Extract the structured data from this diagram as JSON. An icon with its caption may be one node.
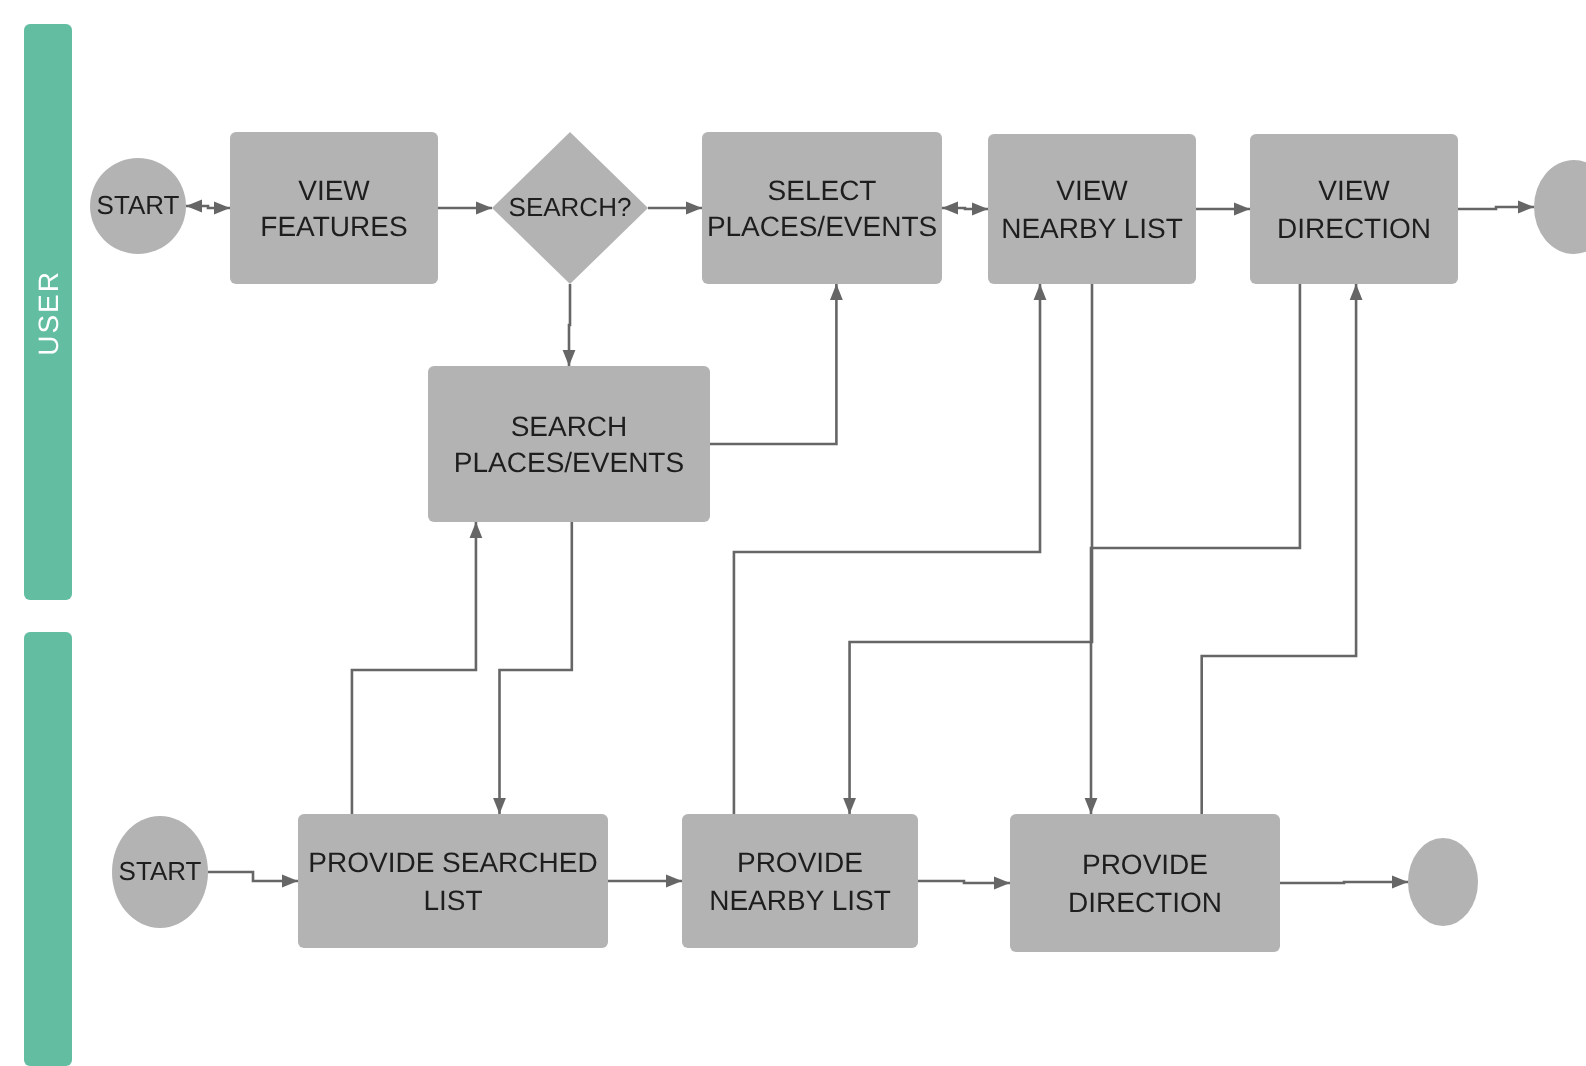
{
  "diagram": {
    "nodes": [
      {
        "text": [
          "USER"
        ]
      },
      {
        "text": [],
        "shape": "bar"
      },
      {
        "text": [
          "START"
        ]
      },
      {
        "text": [
          "VIEW FEATURES"
        ]
      },
      {
        "text": [
          "SEARCH?"
        ]
      },
      {
        "text": [
          "SELECT PLACES/EVENTS"
        ]
      },
      {
        "text": [
          "VIEW NEARBY LIST"
        ]
      },
      {
        "text": [
          "VIEW DIRECTION"
        ]
      },
      {
        "text": [],
        "shape": "circle"
      },
      {
        "text": [
          "SEARCH PLACES/EVENTS"
        ]
      },
      {
        "text": [
          "START"
        ]
      },
      {
        "text": [
          "PROVIDE SEARCHED LIST"
        ]
      },
      {
        "text": [
          "PROVIDE NEARBY LIST"
        ]
      },
      {
        "text": [
          "PROVIDE DIRECTION"
        ]
      },
      {
        "text": [],
        "shape": "circle"
      }
    ],
    "edges": [
      {
        "from": 2,
        "to": 3,
        "arrow": "both"
      },
      {
        "from": 3,
        "to": 4,
        "arrow": "to"
      },
      {
        "from": 4,
        "to": 5,
        "arrow": "to"
      },
      {
        "from": 4,
        "to": 9,
        "arrow": "to"
      },
      {
        "from": 9,
        "to": 5,
        "arrow": "to"
      },
      {
        "from": 5,
        "to": 6,
        "arrow": "both"
      },
      {
        "from": 6,
        "to": 7,
        "arrow": "to"
      },
      {
        "from": 7,
        "to": 8,
        "arrow": "to"
      },
      {
        "from": 11,
        "to": 9,
        "arrow": "to"
      },
      {
        "from": 9,
        "to": 11,
        "arrow": "to"
      },
      {
        "from": 12,
        "to": 6,
        "arrow": "to"
      },
      {
        "from": 6,
        "to": 12,
        "arrow": "to"
      },
      {
        "from": 7,
        "to": 13,
        "arrow": "to"
      },
      {
        "from": 13,
        "to": 7,
        "arrow": "to"
      },
      {
        "from": 10,
        "to": 11,
        "arrow": "to"
      },
      {
        "from": 11,
        "to": 12,
        "arrow": "to"
      },
      {
        "from": 12,
        "to": 13,
        "arrow": "to"
      },
      {
        "from": 13,
        "to": 14,
        "arrow": "to"
      }
    ]
  }
}
